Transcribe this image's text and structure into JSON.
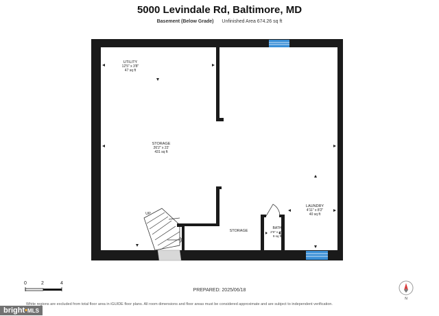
{
  "title": "5000 Levindale Rd, Baltimore, MD",
  "level_label": "Basement (Below Grade)",
  "area_text": "Unfinished Area 674.26 sq ft",
  "rooms": {
    "utility": {
      "name": "UTILITY",
      "dims": "12'5\" x 3'8\"",
      "area": "47 sq ft"
    },
    "storage_main": {
      "name": "STORAGE",
      "dims": "26'2\" x 22'",
      "area": "431 sq ft"
    },
    "storage_small": {
      "name": "STORAGE"
    },
    "bath": {
      "name": "BATH",
      "dims": "2'9\" x 3'5\"",
      "area": "9 sq ft"
    },
    "laundry": {
      "name": "LAUNDRY",
      "dims": "4'11\" x 8'2\"",
      "area": "40 sq ft"
    },
    "stair": {
      "label": "UP"
    }
  },
  "scale": {
    "ticks": [
      "0",
      "2",
      "4"
    ]
  },
  "compass_label": "N",
  "prepared": "PREPARED: 2025/06/18",
  "disclaimer": "White regions are excluded from total floor area in iGUIDE floor plans. All room dimensions and floor areas must be considered approximate and are subject to independent verification.",
  "brand": {
    "name": "bright",
    "suffix": "MLS"
  },
  "colors": {
    "wall": "#1a1a1a",
    "window": "#3a8fd6",
    "stair_fill": "#d8d8d8"
  }
}
